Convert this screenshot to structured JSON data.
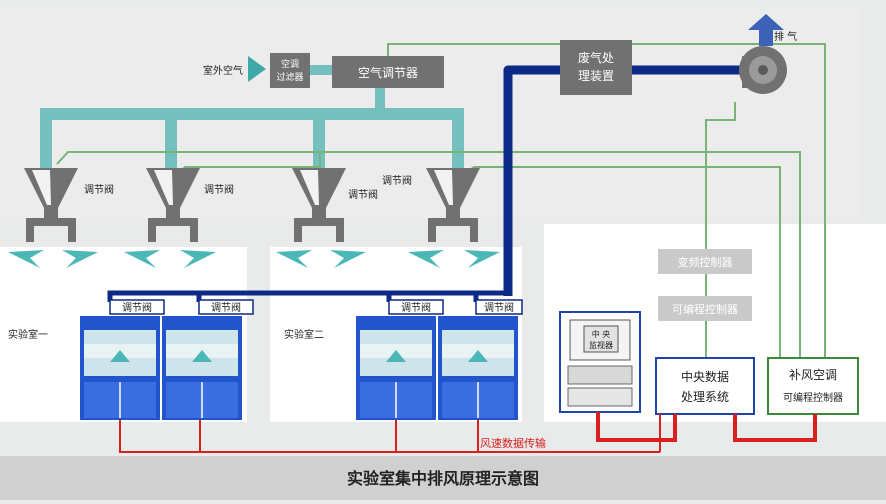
{
  "title": "实验室集中排风原理示意图",
  "labels": {
    "outdoor_air": "室外空气",
    "filter": [
      "空调",
      "过滤器"
    ],
    "air_conditioner": "空气调节器",
    "exhaust_treatment": [
      "废气处",
      "理装置"
    ],
    "exhaust": "排 气",
    "valve": "调节阀",
    "lab_one": "实验室一",
    "lab_two": "实验室二",
    "vfd_controller": "变频控制器",
    "plc_controller": "可编程控制器",
    "central_monitor": [
      "中 央",
      "监视器"
    ],
    "central_data": [
      "中央数据",
      "处理系统"
    ],
    "makeup_air": [
      "补风空调",
      "可编程控制器"
    ],
    "air_speed_transfer": "风速数据传输"
  },
  "colors": {
    "supply_duct": "#76bfbf",
    "exhaust_duct": "#0c2a86",
    "control_line": "#78b478",
    "signal_line": "#d92020",
    "equipment": "#717171",
    "hood_blue": "#2255cc"
  }
}
